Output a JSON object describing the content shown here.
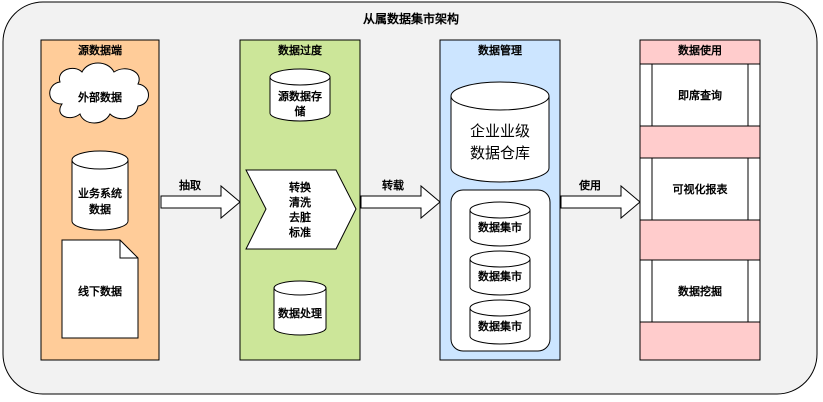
{
  "title": "从属数据集市架构",
  "columns": {
    "source": {
      "title": "源数据端",
      "items": {
        "external": "外部数据",
        "business_line1": "业务系统",
        "business_line2": "数据",
        "offline": "线下数据"
      }
    },
    "staging": {
      "title": "数据过度",
      "storage_line1": "源数据存",
      "storage_line2": "储",
      "etl_lines": [
        "转换",
        "清洗",
        "去脏",
        "标准"
      ],
      "processing": "数据处理"
    },
    "management": {
      "title": "数据管理",
      "warehouse_line1": "企业业级",
      "warehouse_line2": "数据仓库",
      "marts": [
        "数据集市",
        "数据集市",
        "数据集市"
      ]
    },
    "usage": {
      "title": "数据使用",
      "items": [
        "即席查询",
        "可视化报表",
        "数据挖掘"
      ]
    }
  },
  "arrows": {
    "extract": "抽取",
    "load": "转载",
    "use": "使用"
  },
  "colors": {
    "frame_fill": "#f2f2f2",
    "source_fill": "#ffcc99",
    "staging_fill": "#cce699",
    "management_fill": "#cce5ff",
    "usage_pink": "#ffcccc",
    "stroke": "#000000"
  }
}
